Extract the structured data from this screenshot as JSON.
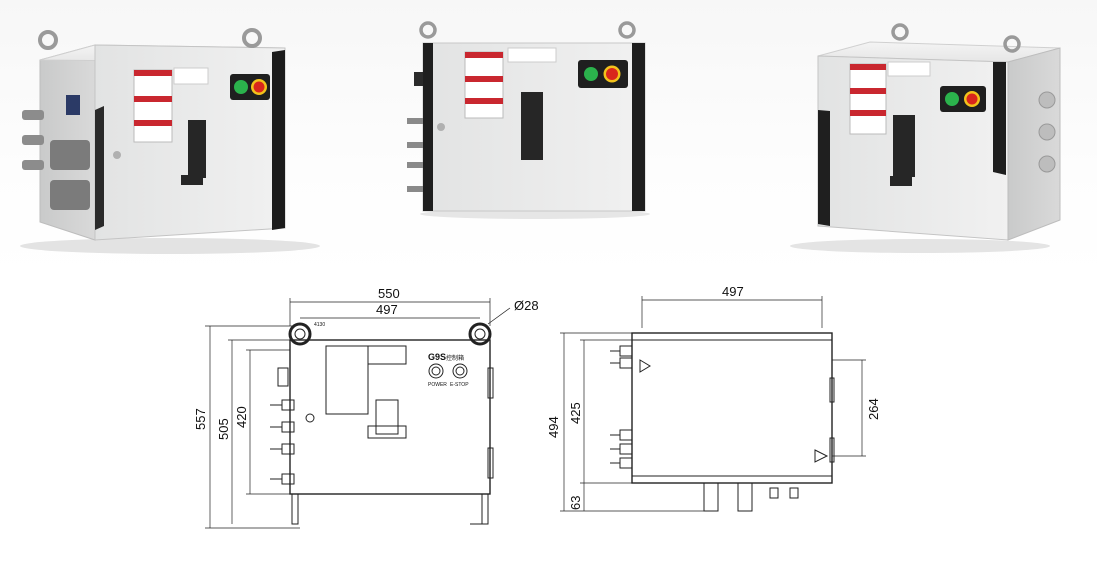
{
  "brand": {
    "logo_text": "G9S",
    "panel_label_cn": "控制箱"
  },
  "control_panel": {
    "power_label": "POWER",
    "estop_label": "E-STOP"
  },
  "colors": {
    "start_green": "#2bb24c",
    "estop_red": "#d9261c",
    "estop_yellow": "#f2c21b",
    "cabinet": "#e9eaea",
    "line": "#222222"
  },
  "front_view": {
    "dims": {
      "overall_width": "550",
      "ring_pitch": "497",
      "ring_diameter": "Ø28",
      "overall_height": "557",
      "height_505": "505",
      "height_420": "420"
    },
    "small_label": "4130"
  },
  "side_view": {
    "dims": {
      "width": "497",
      "height_494": "494",
      "height_425": "425",
      "depth_264": "264",
      "foot_63": "63"
    }
  }
}
